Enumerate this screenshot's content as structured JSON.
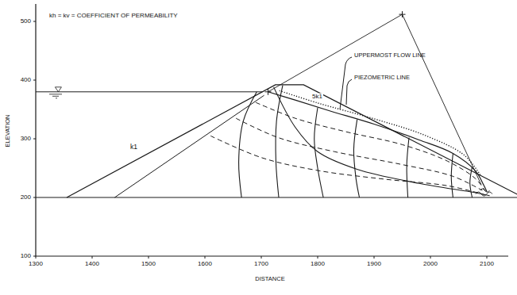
{
  "diagram": {
    "labels": [
      "kh = kv = COEFFICIENT OF PERMEABILITY",
      "ELEVATION",
      "500",
      "400",
      "300",
      "200",
      "100",
      "1300",
      "1400",
      "1500",
      "1600",
      "1700",
      "1800",
      "1900",
      "2000",
      "2100",
      "DISTANCE",
      "UPPERMOST FLOW LINE",
      "PIEZOMETRIC LINE",
      "5k1",
      "k1"
    ]
  }
}
